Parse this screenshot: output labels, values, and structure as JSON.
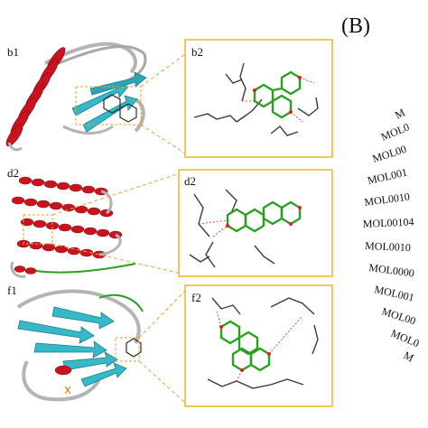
{
  "panel_letter": "(B)",
  "rows": [
    {
      "protein_label": "b1",
      "zoom_label": "b2"
    },
    {
      "protein_label": "d2",
      "zoom_label": "d2"
    },
    {
      "protein_label": "f1",
      "zoom_label": "f2"
    }
  ],
  "mol_list": [
    "M",
    "MOL0",
    "MOL00",
    "MOL001",
    "MOL0010",
    "MOL00104",
    "MOL0010",
    "MOL0000",
    "MOL001",
    "MOL00",
    "MOL0",
    "M"
  ],
  "colors": {
    "helix": "#c8141e",
    "sheet": "#36b8c8",
    "coil": "#b4b4b4",
    "ligand": "#2aa020",
    "box_border": "#f0b429",
    "callout": "#e8a33a",
    "hbond": "#e02020"
  }
}
